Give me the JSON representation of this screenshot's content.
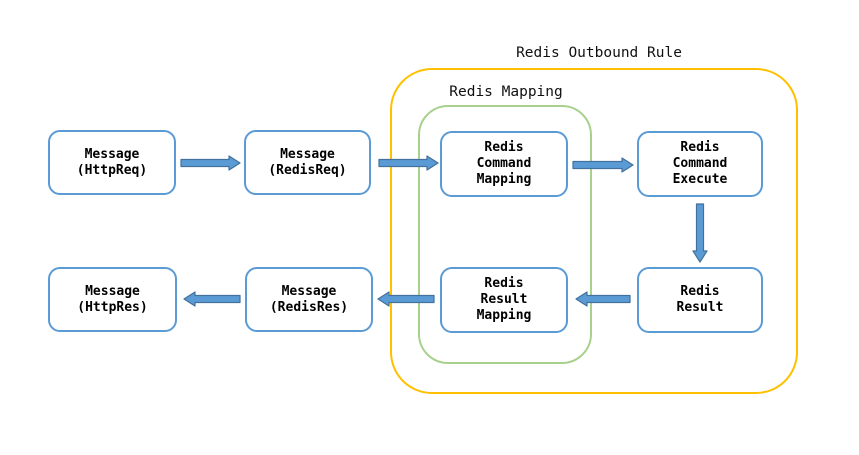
{
  "groups": {
    "outbound": {
      "label": "Redis Outbound Rule"
    },
    "mapping": {
      "label": "Redis Mapping"
    }
  },
  "nodes": [
    {
      "id": "message-httpreq",
      "label": "Message\n(HttpReq)"
    },
    {
      "id": "message-redisreq",
      "label": "Message\n(RedisReq)"
    },
    {
      "id": "redis-command-mapping",
      "label": "Redis\nCommand\nMapping"
    },
    {
      "id": "redis-command-execute",
      "label": "Redis\nCommand\nExecute"
    },
    {
      "id": "redis-result",
      "label": "Redis\nResult"
    },
    {
      "id": "redis-result-mapping",
      "label": "Redis\nResult\nMapping"
    },
    {
      "id": "message-redisres",
      "label": "Message\n(RedisRes)"
    },
    {
      "id": "message-httpres",
      "label": "Message\n(HttpRes)"
    }
  ],
  "edges": [
    {
      "from": "message-httpreq",
      "to": "message-redisreq"
    },
    {
      "from": "message-redisreq",
      "to": "redis-command-mapping"
    },
    {
      "from": "redis-command-mapping",
      "to": "redis-command-execute"
    },
    {
      "from": "redis-command-execute",
      "to": "redis-result"
    },
    {
      "from": "redis-result",
      "to": "redis-result-mapping"
    },
    {
      "from": "redis-result-mapping",
      "to": "message-redisres"
    },
    {
      "from": "message-redisres",
      "to": "message-httpres"
    }
  ],
  "colors": {
    "node_border": "#5B9BD5",
    "arrow_fill": "#5B9BD5",
    "arrow_outline": "#41719C",
    "outbound_group_border": "#FFC000",
    "mapping_group_border": "#A9D18E"
  }
}
